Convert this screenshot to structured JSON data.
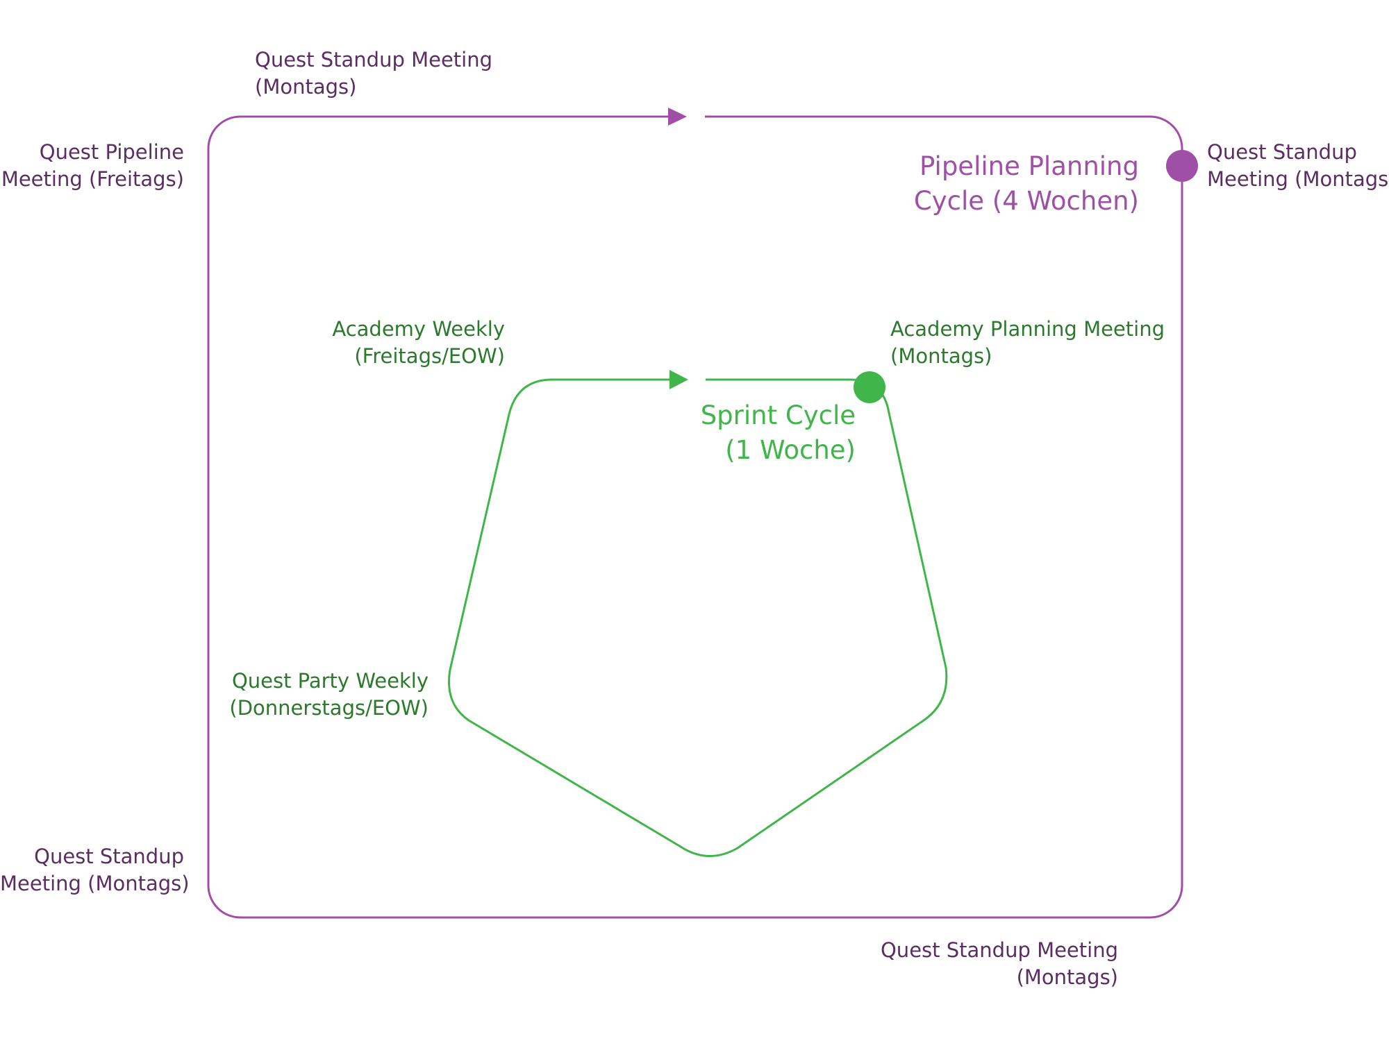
{
  "colors": {
    "outer_cycle": "#a04fa6",
    "outer_label": "#5b2d62",
    "inner_cycle": "#3fb54a",
    "inner_label": "#2b7a2b"
  },
  "outer_cycle": {
    "title_line1": "Pipeline Planning",
    "title_line2": "Cycle (4 Wochen)",
    "labels": {
      "top_start": {
        "line1": "Quest Standup Meeting",
        "line2": "(Montags)"
      },
      "right_start": {
        "line1": "Quest Standup",
        "line2": "Meeting (Montags)"
      },
      "bottom_right": {
        "line1": "Quest Standup Meeting",
        "line2": "(Montags)"
      },
      "bottom_left": {
        "line1": "Quest Standup",
        "line2": "Meeting (Montags)"
      },
      "top_left": {
        "line1": "Quest Pipeline",
        "line2": "Meeting (Freitags)"
      }
    }
  },
  "inner_cycle": {
    "title_line1": "Sprint Cycle",
    "title_line2": "(1 Woche)",
    "labels": {
      "start": {
        "line1": "Academy Planning Meeting",
        "line2": "(Montags)"
      },
      "left_lower": {
        "line1": "Quest Party Weekly",
        "line2": "(Donnerstags/EOW)"
      },
      "top_left": {
        "line1": "Academy Weekly",
        "line2": "(Freitags/EOW)"
      }
    }
  }
}
